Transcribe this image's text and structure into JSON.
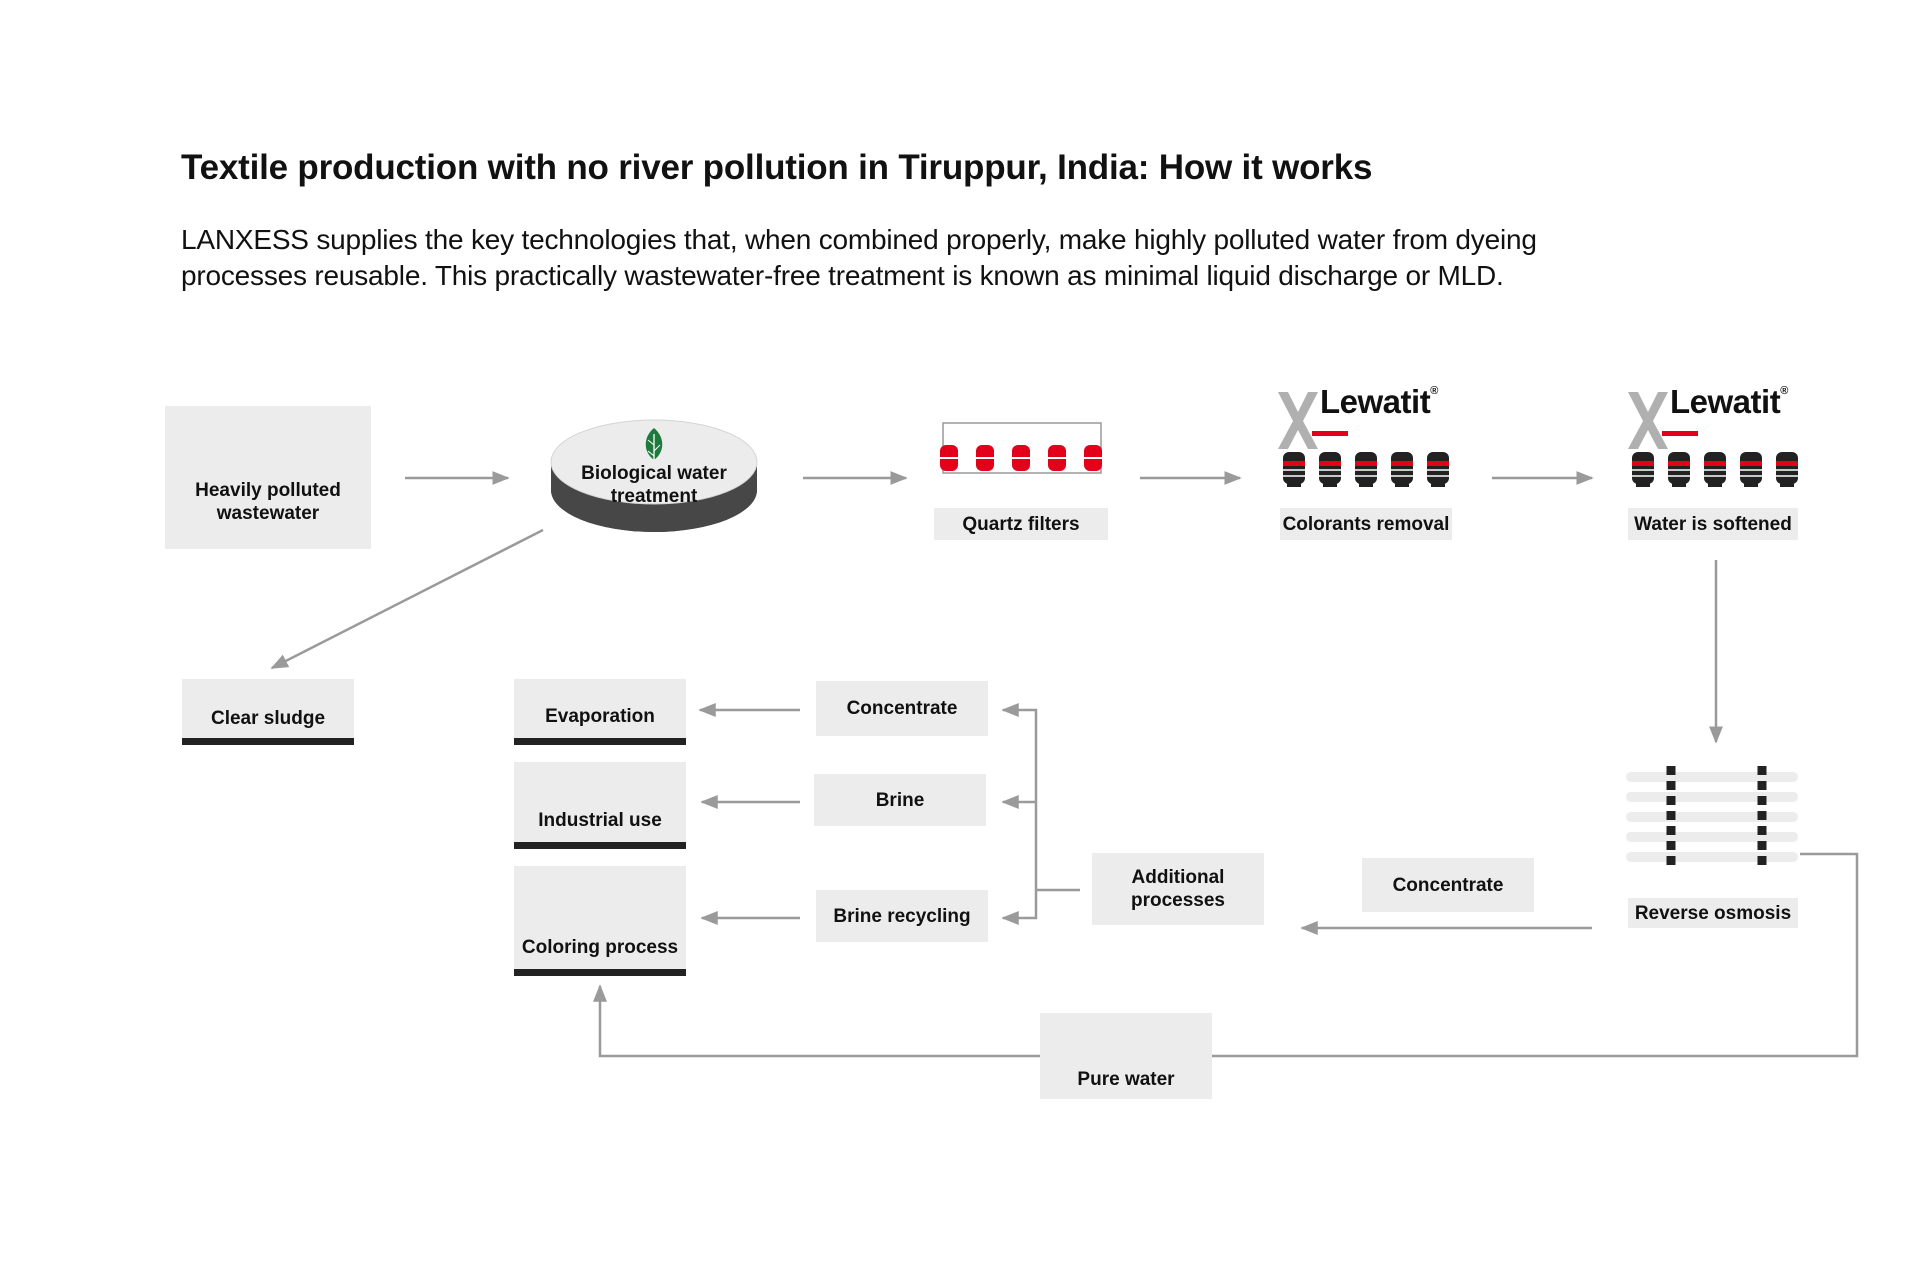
{
  "title": "Textile production with no river pollution in Tiruppur, India: How it works",
  "subtitle": "LANXESS supplies the key technologies that, when combined properly, make highly polluted water from dyeing processes reusable. This practically wastewater-free treatment is known as minimal liquid discharge or MLD.",
  "colors": {
    "box_background": "#ececec",
    "arrow": "#9a9a9a",
    "accent_red": "#e2001a",
    "dark": "#222222",
    "brand_grey": "#b0b0b0",
    "sludge_brown": "#5a3414",
    "pure_water_blue": "#4a7fc1",
    "leaf_green": "#1e7a3c",
    "brush_yellow": "#f2a900"
  },
  "brand": {
    "name": "Lewatit",
    "registered_mark": "®"
  },
  "nodes": {
    "wastewater": {
      "label": "Heavily polluted wastewater",
      "icon": "red-drop-icon"
    },
    "bio": {
      "label": "Biological water treatment",
      "icon": "leaf-icon"
    },
    "quartz": {
      "label": "Quartz filters",
      "icon": "quartz-filter-icon"
    },
    "colorants": {
      "label": "Colorants removal",
      "icon": "ion-exchange-columns-icon"
    },
    "softened": {
      "label": "Water is softened",
      "icon": "ion-exchange-columns-icon"
    },
    "sludge": {
      "label": "Clear sludge",
      "icon": "brown-drop-icon"
    },
    "evaporation": {
      "label": "Evaporation",
      "icon": "steam-icon"
    },
    "industrial": {
      "label": "Industrial use",
      "icon": "factory-chimney-icon"
    },
    "coloring": {
      "label": "Coloring process",
      "icon": "paint-brush-icon"
    },
    "concentrate_left": {
      "label": "Concentrate"
    },
    "brine": {
      "label": "Brine"
    },
    "brine_recycling": {
      "label": "Brine recycling"
    },
    "additional": {
      "label": "Additional processes"
    },
    "concentrate_right": {
      "label": "Concentrate"
    },
    "reverse_osmosis": {
      "label": "Reverse osmosis",
      "icon": "membrane-modules-icon"
    },
    "pure_water": {
      "label": "Pure water",
      "icon": "blue-drop-icon"
    }
  }
}
